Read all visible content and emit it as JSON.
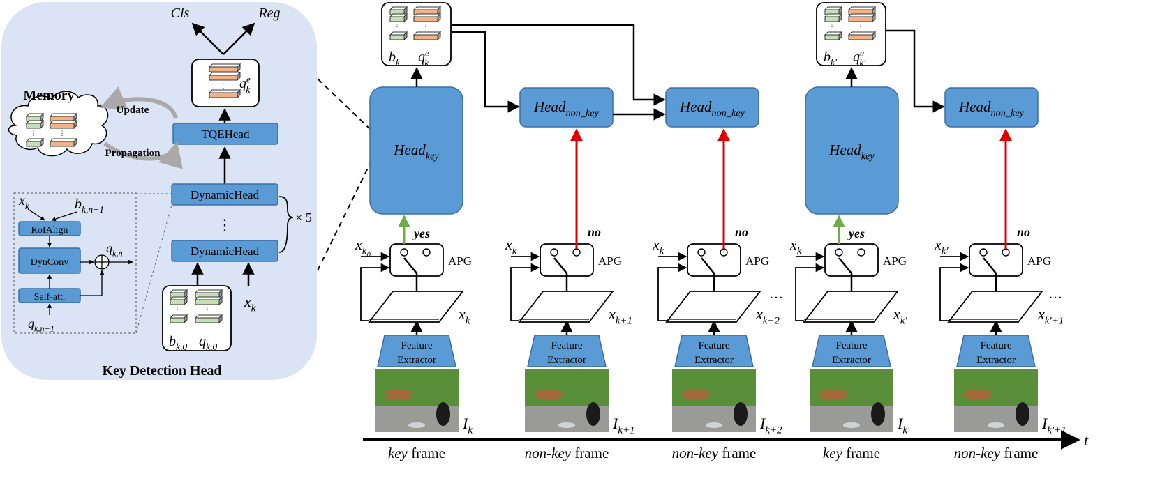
{
  "key_detection_head": {
    "title": "Key Detection Head",
    "memory_label": "Memory",
    "update_label": "Update",
    "propagation_label": "Propagation",
    "tqehead_label": "TQEHead",
    "dynamichead_label": "DynamicHead",
    "vdots": "⋮",
    "repeat_label": "× 5",
    "cls_label": "Cls",
    "reg_label": "Reg",
    "query_out": {
      "base": "q",
      "sub": "k",
      "sup": "e"
    },
    "x_input": {
      "base": "x",
      "sub": "k"
    },
    "init_box": {
      "base": "b",
      "sub": "k,0"
    },
    "init_query": {
      "base": "q",
      "sub": "k,0"
    },
    "detail": {
      "roialign": "RoIAlign",
      "dynconv": "DynConv",
      "selfatt": "Self-att.",
      "x_in": {
        "base": "x",
        "sub": "k"
      },
      "b_in": {
        "base": "b",
        "sub": "k,n−1"
      },
      "q_out": {
        "base": "q",
        "sub": "k,n"
      },
      "q_in": {
        "base": "q",
        "sub": "k,n−1"
      },
      "oplus": "⊕"
    }
  },
  "pipeline": {
    "head_key": {
      "base": "Head",
      "sub": "key"
    },
    "head_non_key": {
      "base": "Head",
      "sub": "non_key"
    },
    "apg_label": "APG",
    "feature_extractor_line1": "Feature",
    "feature_extractor_line2": "Extractor",
    "yes_label": "yes",
    "no_label": "no",
    "ellipsis": "…",
    "time_label": "t",
    "memory_key1": {
      "b": {
        "base": "b",
        "sub": "k"
      },
      "q": {
        "base": "q",
        "sub": "k",
        "sup": "e"
      }
    },
    "memory_key2": {
      "b": {
        "base": "b",
        "sub": "k′"
      },
      "q": {
        "base": "q",
        "sub": "k′",
        "sup": "e"
      }
    },
    "frames": [
      {
        "type": "key",
        "word": "key",
        "suffix": " frame",
        "apg_x": {
          "base": "x",
          "sub": "k",
          "subsub": "0"
        },
        "feat": {
          "base": "x",
          "sub": "k"
        },
        "image": {
          "base": "I",
          "sub": "k"
        },
        "decision": "yes"
      },
      {
        "type": "non-key",
        "word": "non-key",
        "suffix": " frame",
        "apg_x": {
          "base": "x",
          "sub": "k"
        },
        "feat": {
          "base": "x",
          "sub": "k+1"
        },
        "image": {
          "base": "I",
          "sub": "k+1"
        },
        "decision": "no"
      },
      {
        "type": "non-key",
        "word": "non-key",
        "suffix": " frame",
        "apg_x": {
          "base": "x",
          "sub": "k"
        },
        "feat": {
          "base": "x",
          "sub": "k+2"
        },
        "image": {
          "base": "I",
          "sub": "k+2"
        },
        "decision": "no"
      },
      {
        "type": "key",
        "word": "key",
        "suffix": " frame",
        "apg_x": {
          "base": "x",
          "sub": "k"
        },
        "feat": {
          "base": "x",
          "sub": "k′"
        },
        "image": {
          "base": "I",
          "sub": "k′"
        },
        "decision": "yes"
      },
      {
        "type": "non-key",
        "word": "non-key",
        "suffix": " frame",
        "apg_x": {
          "base": "x",
          "sub": "k′"
        },
        "feat": {
          "base": "x",
          "sub": "k′+1"
        },
        "image": {
          "base": "I",
          "sub": "k′+1"
        },
        "decision": "no"
      }
    ]
  },
  "colors": {
    "panel_bg": "#dbe4f4",
    "head_blue": "#5b9bd5",
    "head_border": "#3a6ea5",
    "yes_green": "#70ad47",
    "no_red": "#e00000",
    "query_orange": "#f4b183",
    "box_green": "#c5e0b4"
  }
}
